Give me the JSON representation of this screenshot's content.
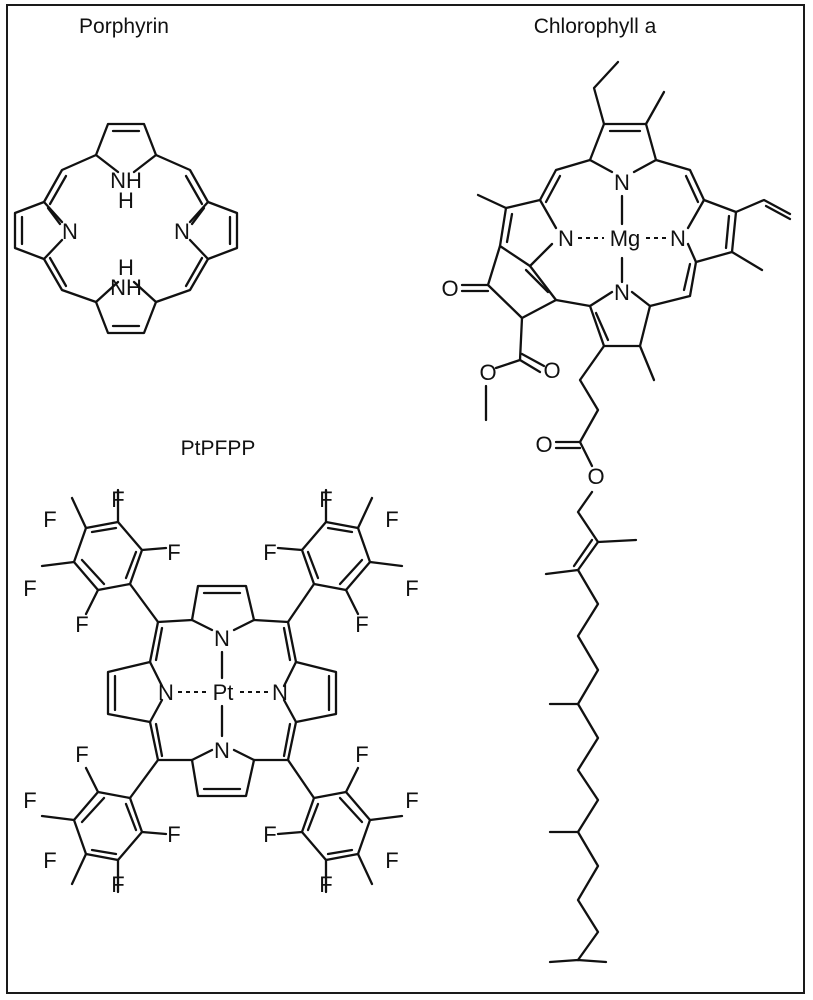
{
  "titles": {
    "porphyrin": "Porphyrin",
    "chlorophyll": "Chlorophyll a",
    "ptpfpp": "PtPFPP"
  },
  "atoms": {
    "N": "N",
    "NH": "NH",
    "H": "H",
    "Mg": "Mg",
    "Pt": "Pt",
    "O": "O",
    "F": "F"
  }
}
